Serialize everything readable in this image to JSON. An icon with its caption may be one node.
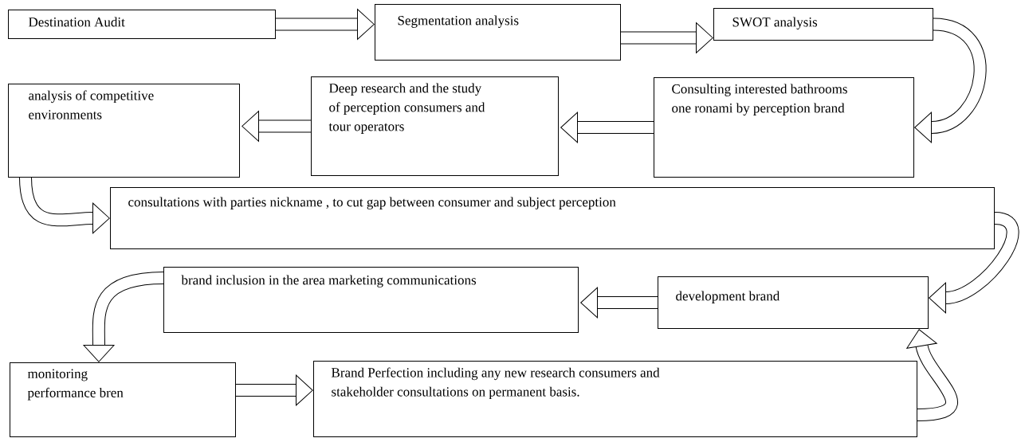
{
  "diagram": {
    "nodes": [
      {
        "text": [
          "Destination Audit"
        ]
      },
      {
        "text": [
          "Segmentation analysis"
        ]
      },
      {
        "text": [
          "SWOT analysis"
        ]
      },
      {
        "text": [
          "analysis of competitive environments"
        ]
      },
      {
        "text": [
          "Deep research and the study of perception consumers and tour operators"
        ]
      },
      {
        "text": [
          "Consulting interested bathrooms one ronami by perception brand"
        ]
      },
      {
        "text": [
          "consultations with parties nickname , to cut gap between consumer and subject perception"
        ]
      },
      {
        "text": [
          "brand inclusion in the area marketing communications"
        ]
      },
      {
        "text": [
          "development brand"
        ]
      },
      {
        "text": [
          "monitoring performance bren"
        ]
      },
      {
        "text": [
          "Brand Perfection including any new research consumers and stakeholder consultations on permanent basis."
        ]
      }
    ],
    "edges": [
      {
        "from": 0,
        "to": 1,
        "arrow": "to"
      },
      {
        "from": 1,
        "to": 2,
        "arrow": "to"
      },
      {
        "from": 2,
        "to": 5,
        "arrow": "to"
      },
      {
        "from": 5,
        "to": 4,
        "arrow": "to"
      },
      {
        "from": 4,
        "to": 3,
        "arrow": "to"
      },
      {
        "from": 3,
        "to": 6,
        "arrow": "to"
      },
      {
        "from": 6,
        "to": 8,
        "arrow": "to"
      },
      {
        "from": 8,
        "to": 7,
        "arrow": "to"
      },
      {
        "from": 7,
        "to": 9,
        "arrow": "to"
      },
      {
        "from": 9,
        "to": 10,
        "arrow": "to"
      },
      {
        "from": 10,
        "to": 8,
        "arrow": "to"
      }
    ]
  }
}
